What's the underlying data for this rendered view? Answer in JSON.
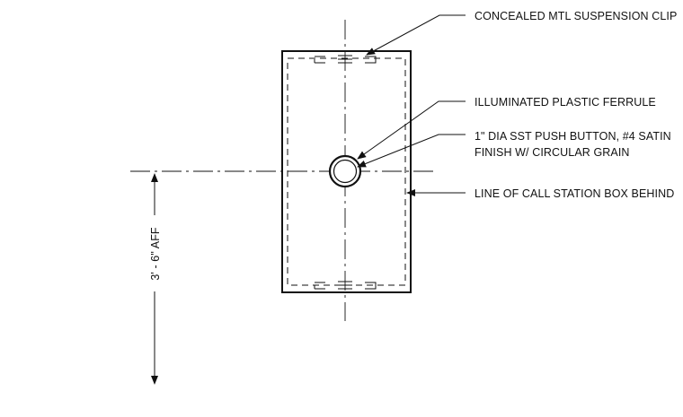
{
  "labels": {
    "clip": "CONCEALED MTL SUSPENSION CLIP",
    "ferrule": "ILLUMINATED PLASTIC FERRULE",
    "button_line1": "1\" DIA SST PUSH BUTTON, #4 SATIN",
    "button_line2": "FINISH W/ CIRCULAR GRAIN",
    "box": "LINE OF CALL STATION BOX BEHIND"
  },
  "dimension": {
    "text": "3' - 6\" AFF"
  },
  "colors": {
    "line": "#111111",
    "background": "#ffffff"
  }
}
